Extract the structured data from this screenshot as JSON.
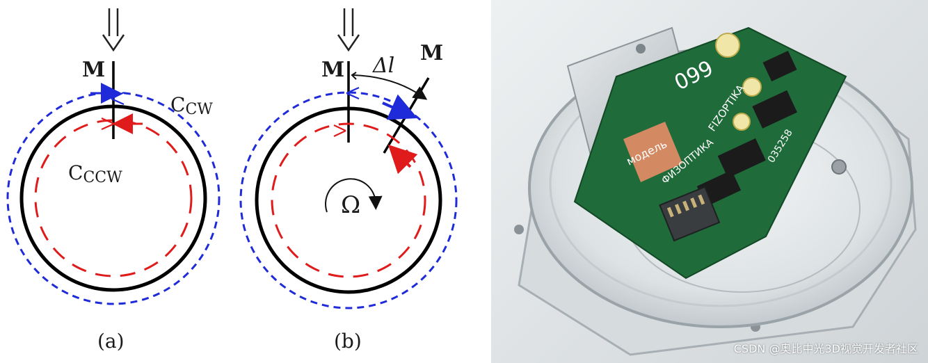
{
  "colors": {
    "cw_beam": "#1f2bd8",
    "ccw_beam": "#e01b1b",
    "fiber": "#000000",
    "pcb_green": "#1f6b3a"
  },
  "panel_a": {
    "mirror_label": "M",
    "cw_label": "C",
    "cw_sub": "CW",
    "ccw_label": "C",
    "ccw_sub": "CCW",
    "caption": "(a)"
  },
  "panel_b": {
    "mirror_label": "M",
    "moved_mirror_label": "M",
    "delta_label": "Δl",
    "rotation_label": "Ω",
    "caption": "(b)"
  },
  "photo": {
    "pcb_label_model": "модель",
    "pcb_label_brand": "FIZOPTIKA",
    "pcb_label_brand_ru": "ФИЗОПТИКА",
    "pcb_label_number": "099",
    "pcb_label_serial": "035258"
  },
  "watermark": "CSDN @奥比中光3D视觉开发者社区"
}
